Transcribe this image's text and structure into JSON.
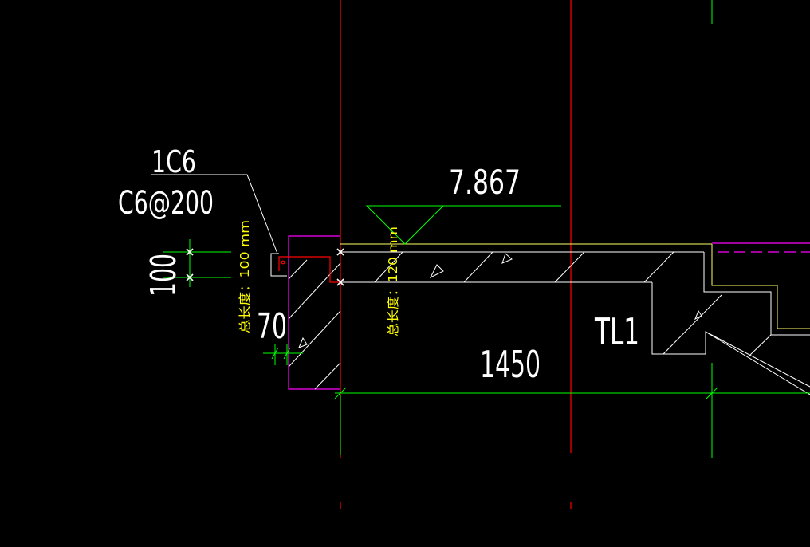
{
  "labels": {
    "bar_count": "1C6",
    "bar_spacing": "C6@200",
    "elevation": "7.867",
    "beam_name": "TL1",
    "dim_1450": "1450",
    "dim_100": "100",
    "dim_70": "70",
    "total_len_left": "总长度：100 mm",
    "total_len_right": "总长度：120 mm"
  },
  "colors": {
    "background": "#000000",
    "grid_axis": "#ff0000",
    "dimension": "#00ff00",
    "concrete": "#ffffff",
    "rebar": "#ff0000",
    "formwork": "#ff00ff",
    "measure_text": "#ffff00",
    "outline": "#ffff66"
  }
}
